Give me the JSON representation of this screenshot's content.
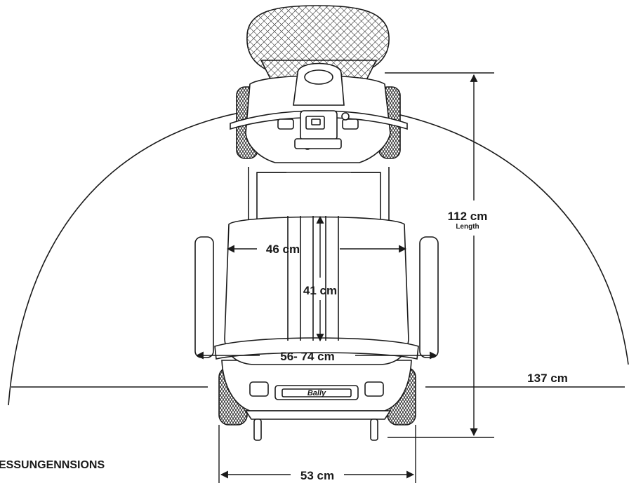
{
  "dimensions": {
    "length_value": "112 cm",
    "length_label": "Length",
    "seat_width": "46 cm",
    "seat_depth": "41 cm",
    "armrest_width": "56- 74 cm",
    "turning_radius": "137 cm",
    "overall_width": "53 cm"
  },
  "brand_badge": "Bally",
  "section_title": "ESSUNGENNSIONS",
  "colors": {
    "line": "#1a1a1a",
    "background": "#ffffff"
  }
}
